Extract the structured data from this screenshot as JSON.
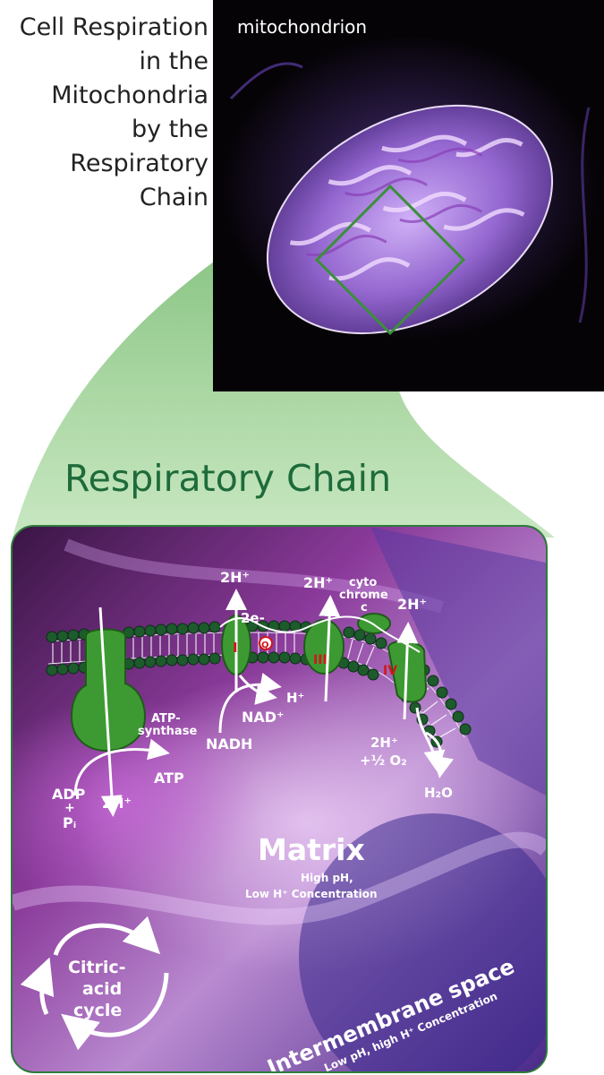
{
  "title_lines": [
    "Cell Respiration",
    "in the",
    "Mitochondria",
    "by the",
    "Respiratory",
    "Chain"
  ],
  "mito_label": "mitochondrion",
  "heading": "Respiratory Chain",
  "labels": {
    "h2_1": "2H⁺",
    "e2": "2e-",
    "h2_3": "2H⁺",
    "cyto1": "cyto",
    "cyto2": "chrome",
    "cyto3": "c",
    "h2_4": "2H⁺",
    "c1": "I",
    "cq": "Q",
    "c3": "III",
    "c4": "IV",
    "hplus": "H⁺",
    "nadp": "NAD⁺",
    "nadh": "NADH",
    "atps1": "ATP-",
    "atps2": "synthase",
    "atp": "ATP",
    "adp": "ADP",
    "plus": "+",
    "pi": "Pᵢ",
    "h2_adp": "2H⁺",
    "h2_o2a": "2H⁺",
    "o2": "+½ O₂",
    "h2o": "H₂O",
    "matrix": "Matrix",
    "ph1": "High pH,",
    "ph2": "Low H⁺ Concentration",
    "ims": "Intermembrane space",
    "ims_sub": "Low pH, high H⁺ Concentration",
    "citric1": "Citric-",
    "citric2": "acid",
    "citric3": "cycle"
  },
  "colors": {
    "heading": "#1e6b3a",
    "protein": "#3d9a32",
    "outline": "#1f5a1a",
    "bead": "#1d5a2c",
    "complex_label": "#d4151a",
    "zoom_cone": "#9ccb94"
  }
}
